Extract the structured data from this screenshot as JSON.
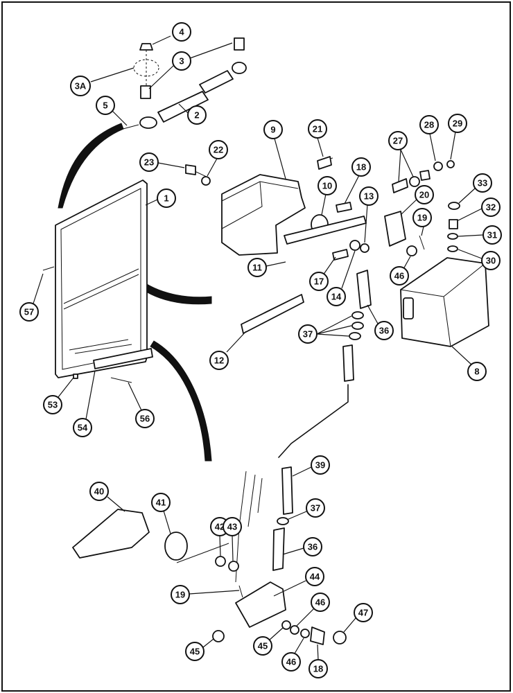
{
  "diagram": {
    "callouts": [
      {
        "id": "c4",
        "label": "4"
      },
      {
        "id": "c3",
        "label": "3"
      },
      {
        "id": "c3a",
        "label": "3A"
      },
      {
        "id": "c5",
        "label": "5"
      },
      {
        "id": "c2",
        "label": "2"
      },
      {
        "id": "c9",
        "label": "9"
      },
      {
        "id": "c21",
        "label": "21"
      },
      {
        "id": "c23",
        "label": "23"
      },
      {
        "id": "c22",
        "label": "22"
      },
      {
        "id": "c27",
        "label": "27"
      },
      {
        "id": "c28",
        "label": "28"
      },
      {
        "id": "c29",
        "label": "29"
      },
      {
        "id": "c1",
        "label": "1"
      },
      {
        "id": "c10",
        "label": "10"
      },
      {
        "id": "c18a",
        "label": "18"
      },
      {
        "id": "c13",
        "label": "13"
      },
      {
        "id": "c20",
        "label": "20"
      },
      {
        "id": "c33",
        "label": "33"
      },
      {
        "id": "c32",
        "label": "32"
      },
      {
        "id": "c19a",
        "label": "19"
      },
      {
        "id": "c31",
        "label": "31"
      },
      {
        "id": "c30",
        "label": "30"
      },
      {
        "id": "c11",
        "label": "11"
      },
      {
        "id": "c17",
        "label": "17"
      },
      {
        "id": "c46a",
        "label": "46"
      },
      {
        "id": "c57",
        "label": "57"
      },
      {
        "id": "c14",
        "label": "14"
      },
      {
        "id": "c36a",
        "label": "36"
      },
      {
        "id": "c37a",
        "label": "37"
      },
      {
        "id": "c12",
        "label": "12"
      },
      {
        "id": "c8",
        "label": "8"
      },
      {
        "id": "c53",
        "label": "53"
      },
      {
        "id": "c54",
        "label": "54"
      },
      {
        "id": "c56",
        "label": "56"
      },
      {
        "id": "c39",
        "label": "39"
      },
      {
        "id": "c40",
        "label": "40"
      },
      {
        "id": "c41",
        "label": "41"
      },
      {
        "id": "c37b",
        "label": "37"
      },
      {
        "id": "c42",
        "label": "42"
      },
      {
        "id": "c43",
        "label": "43"
      },
      {
        "id": "c36b",
        "label": "36"
      },
      {
        "id": "c44",
        "label": "44"
      },
      {
        "id": "c19b",
        "label": "19"
      },
      {
        "id": "c46b",
        "label": "46"
      },
      {
        "id": "c47",
        "label": "47"
      },
      {
        "id": "c45a",
        "label": "45"
      },
      {
        "id": "c45b",
        "label": "45"
      },
      {
        "id": "c46c",
        "label": "46"
      },
      {
        "id": "c18b",
        "label": "18"
      }
    ]
  }
}
